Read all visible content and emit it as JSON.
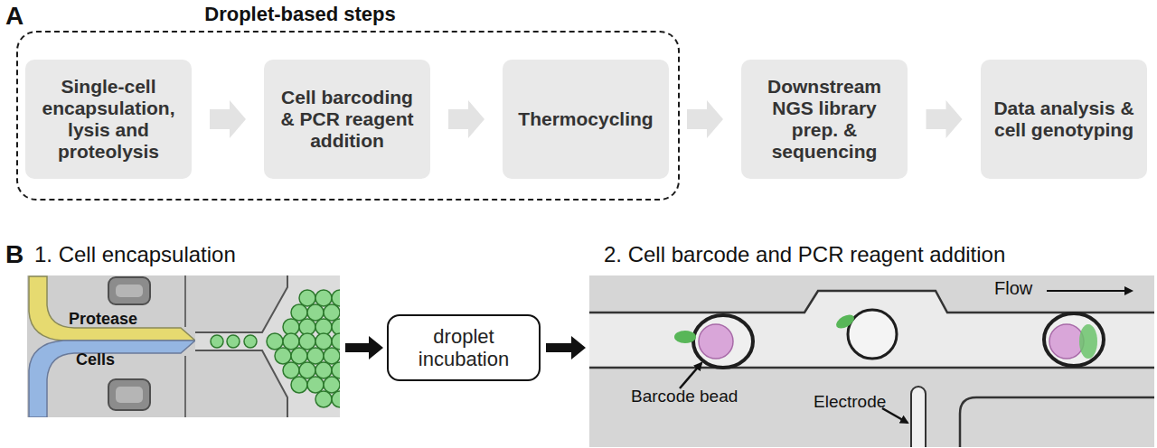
{
  "diagram": {
    "nodes": [
      {
        "text": [
          "Droplet-based steps"
        ]
      },
      {
        "text": [
          "Single-cell encapsulation, lysis and proteolysis"
        ],
        "in": 0
      },
      {
        "text": [
          "Cell barcoding & PCR reagent addition"
        ],
        "in": 0
      },
      {
        "text": [
          "Thermocycling"
        ],
        "in": 0
      },
      {
        "text": [
          "Downstream NGS library prep. & sequencing"
        ]
      },
      {
        "text": [
          "Data analysis & cell genotyping"
        ]
      },
      {
        "text": [
          "1. Cell encapsulation"
        ]
      },
      {
        "text": [
          "droplet incubation"
        ]
      },
      {
        "text": [
          "2. Cell barcode and PCR reagent addition"
        ]
      }
    ],
    "edges": [
      {
        "from": 1,
        "to": 2,
        "arrow": "to"
      },
      {
        "from": 2,
        "to": 3,
        "arrow": "to"
      },
      {
        "from": 3,
        "to": 4,
        "arrow": "to"
      },
      {
        "from": 4,
        "to": 5,
        "arrow": "to"
      },
      {
        "from": 6,
        "to": 7,
        "arrow": "to"
      },
      {
        "from": 7,
        "to": 8,
        "arrow": "to"
      }
    ],
    "labels": [
      "A",
      "B",
      "Protease",
      "Cells",
      "Flow",
      "Barcode bead",
      "Electrode"
    ]
  }
}
